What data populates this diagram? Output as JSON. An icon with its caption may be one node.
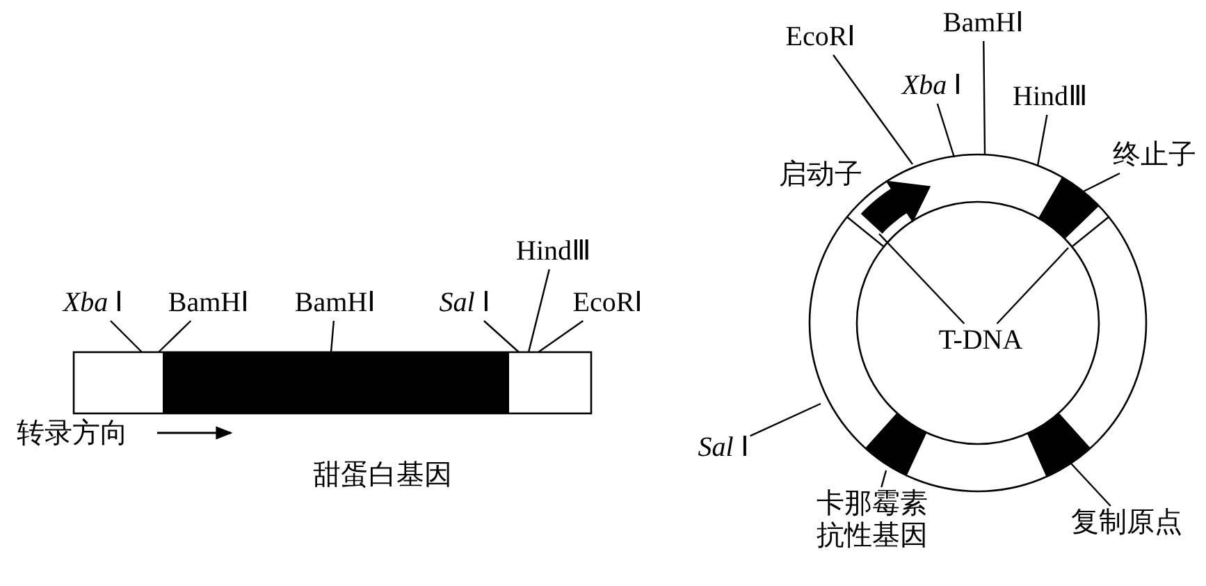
{
  "diagram": {
    "nodes": [
      {
        "text": [
          "HindⅢ"
        ]
      },
      {
        "text": [
          "*Xba* Ⅰ"
        ]
      },
      {
        "text": [
          "BamHⅠ"
        ]
      },
      {
        "text": [
          "BamHⅠ"
        ]
      },
      {
        "text": [
          "*Sal* Ⅰ"
        ]
      },
      {
        "text": [
          "EcoRⅠ"
        ]
      },
      {
        "text": [
          "EcoRⅠ"
        ]
      },
      {
        "text": [
          "BamHⅠ"
        ]
      },
      {
        "text": [
          "*Xba* Ⅰ"
        ]
      },
      {
        "text": [
          "HindⅢ"
        ]
      },
      {
        "text": [
          "启动子"
        ]
      },
      {
        "text": [
          "终止子"
        ]
      },
      {
        "text": [
          "T-DNA"
        ]
      },
      {
        "text": [
          "*Sal* Ⅰ"
        ]
      },
      {
        "text": [
          "卡那霉素抗性基因"
        ]
      },
      {
        "text": [
          "复制原点"
        ]
      },
      {
        "text": [],
        "shape": "bar"
      }
    ],
    "edges": [
      {
        "from": 0,
        "to": 16,
        "arrow": "none"
      },
      {
        "from": 1,
        "to": 16,
        "arrow": "none"
      },
      {
        "from": 2,
        "to": 16,
        "arrow": "none"
      },
      {
        "from": 3,
        "to": 16,
        "arrow": "none"
      },
      {
        "from": 4,
        "to": 16,
        "arrow": "none"
      },
      {
        "from": 5,
        "to": 16,
        "arrow": "none"
      },
      {
        "from": 6,
        "to": null,
        "arrow": "none"
      },
      {
        "from": 7,
        "to": null,
        "arrow": "none"
      },
      {
        "from": 8,
        "to": null,
        "arrow": "none"
      },
      {
        "from": 9,
        "to": null,
        "arrow": "none"
      },
      {
        "from": 11,
        "to": null,
        "arrow": "none"
      },
      {
        "from": 12,
        "to": null,
        "arrow": "none"
      },
      {
        "from": 12,
        "to": null,
        "arrow": "none"
      },
      {
        "from": 13,
        "to": null,
        "arrow": "none"
      },
      {
        "from": 14,
        "to": null,
        "arrow": "none"
      },
      {
        "from": 15,
        "to": null,
        "arrow": "none"
      }
    ],
    "labels": [
      "转录方向",
      "甜蛋白基因"
    ]
  }
}
